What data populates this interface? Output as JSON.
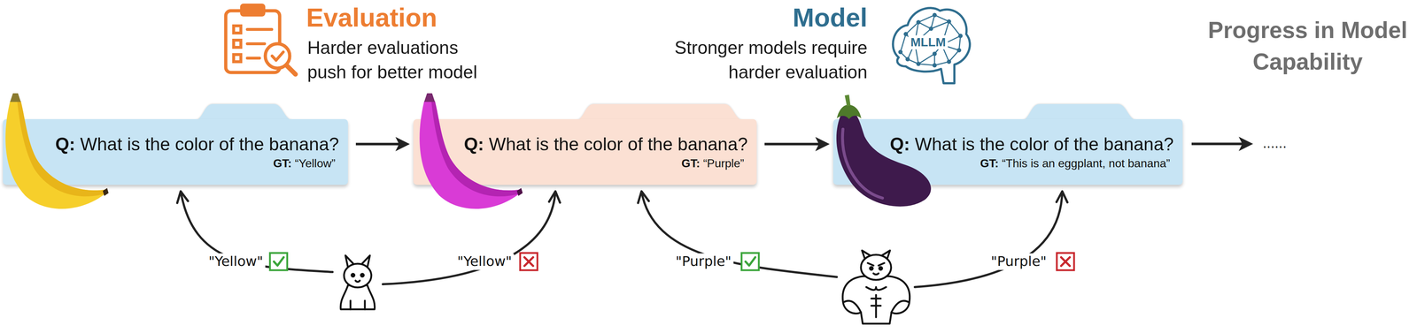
{
  "diagram": {
    "nodes": [
      {
        "text": [
          "Q: What is the color of the banana?",
          "GT: “Yellow”"
        ]
      },
      {
        "text": [
          "Q: What is the color of the banana?",
          "GT: “Purple”"
        ]
      },
      {
        "text": [
          "Q: What is the color of the banana?",
          "GT: “This is an eggplant, not banana”"
        ]
      }
    ],
    "edges": [
      {
        "from": 0,
        "to": 1,
        "arrow": "to"
      },
      {
        "from": 1,
        "to": 2,
        "arrow": "to"
      }
    ],
    "labels": [
      "Evaluation",
      "Harder evaluations push for better model",
      "Model",
      "Stronger models require harder evaluation",
      "MLLM",
      "Progress in Model Capability",
      "......",
      "\"Yellow\"",
      "\"Yellow\"",
      "\"Purple\"",
      "\"Purple\""
    ]
  }
}
